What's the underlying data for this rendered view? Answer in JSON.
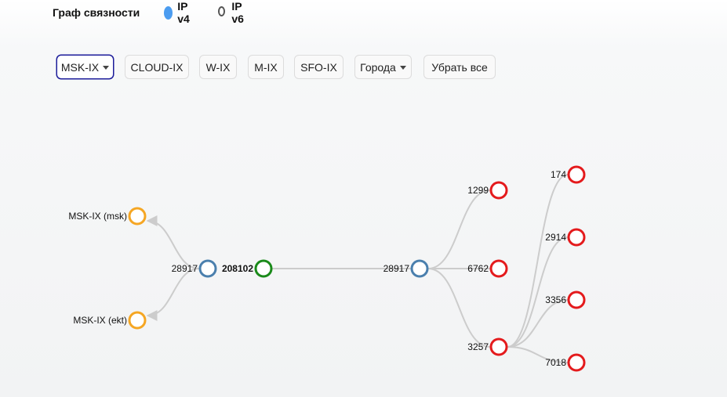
{
  "header": {
    "title": "Граф связности",
    "ip_options": [
      {
        "label": "IP v4",
        "selected": true,
        "color": "#4b9cf0"
      },
      {
        "label": "IP v6",
        "selected": false
      }
    ]
  },
  "filters": {
    "items": [
      {
        "label": "MSK-IX",
        "dropdown": true,
        "active": true
      },
      {
        "label": "CLOUD-IX",
        "dropdown": false,
        "active": false
      },
      {
        "label": "W-IX",
        "dropdown": false,
        "active": false
      },
      {
        "label": "M-IX",
        "dropdown": false,
        "active": false
      },
      {
        "label": "SFO-IX",
        "dropdown": false,
        "active": false
      },
      {
        "label": "Города",
        "dropdown": true,
        "active": false
      },
      {
        "label": "Убрать все",
        "dropdown": false,
        "active": false
      }
    ]
  },
  "graph": {
    "colors": {
      "ix": "#f5a623",
      "peer": "#4a7fad",
      "root": "#1a8a1a",
      "upstream": "#e41a1c",
      "edge": "#cccccc"
    },
    "nodes": [
      {
        "id": "msk",
        "label": "MSK-IX (msk)",
        "kind": "ix"
      },
      {
        "id": "ekt",
        "label": "MSK-IX (ekt)",
        "kind": "ix"
      },
      {
        "id": "left28917",
        "label": "28917",
        "kind": "peer"
      },
      {
        "id": "root",
        "label": "208102",
        "kind": "root"
      },
      {
        "id": "right28917",
        "label": "28917",
        "kind": "peer"
      },
      {
        "id": "n1299",
        "label": "1299",
        "kind": "upstream"
      },
      {
        "id": "n6762",
        "label": "6762",
        "kind": "upstream"
      },
      {
        "id": "n3257",
        "label": "3257",
        "kind": "upstream"
      },
      {
        "id": "n174",
        "label": "174",
        "kind": "upstream"
      },
      {
        "id": "n2914",
        "label": "2914",
        "kind": "upstream"
      },
      {
        "id": "n3356",
        "label": "3356",
        "kind": "upstream"
      },
      {
        "id": "n7018",
        "label": "7018",
        "kind": "upstream"
      }
    ],
    "edges": [
      {
        "from": "left28917",
        "to": "msk",
        "arrow": true
      },
      {
        "from": "left28917",
        "to": "ekt",
        "arrow": true
      },
      {
        "from": "root",
        "to": "right28917",
        "arrow": false
      },
      {
        "from": "right28917",
        "to": "n1299",
        "arrow": false
      },
      {
        "from": "right28917",
        "to": "n6762",
        "arrow": false
      },
      {
        "from": "right28917",
        "to": "n3257",
        "arrow": false
      },
      {
        "from": "n3257",
        "to": "n174",
        "arrow": false
      },
      {
        "from": "n3257",
        "to": "n2914",
        "arrow": false
      },
      {
        "from": "n3257",
        "to": "n3356",
        "arrow": false
      },
      {
        "from": "n3257",
        "to": "n7018",
        "arrow": false
      }
    ]
  }
}
